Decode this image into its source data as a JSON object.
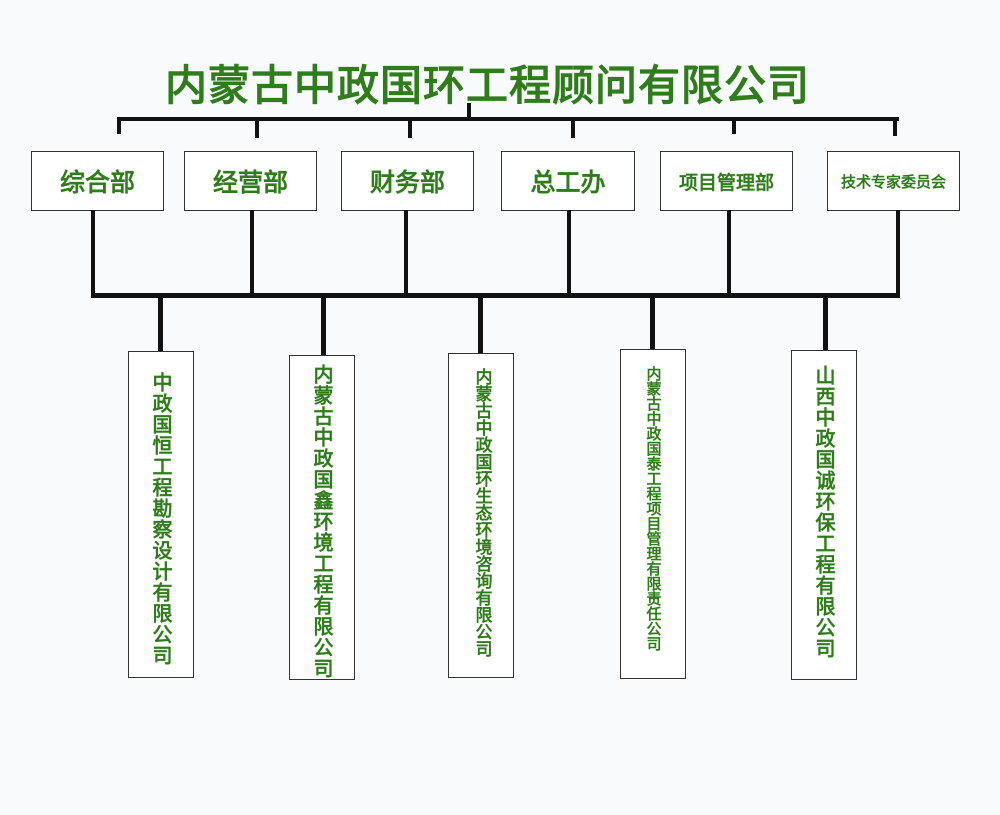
{
  "title": "内蒙古中政国环工程顾问有限公司",
  "departments": [
    "综合部",
    "经营部",
    "财务部",
    "总工办",
    "项目管理部",
    "技术专家委员会"
  ],
  "subsidiaries": [
    "中政国恒工程勘察设计有限公司",
    "内蒙古中政国鑫环境工程有限公司",
    "内蒙古中政国环生态环境咨询有限公司",
    "内蒙古中政国泰工程项目管理有限责任公司",
    "山西中政国诚环保工程有限公司"
  ],
  "colors": {
    "text": "#2e7d1a",
    "line": "#111111",
    "background": "#f8fafc"
  }
}
